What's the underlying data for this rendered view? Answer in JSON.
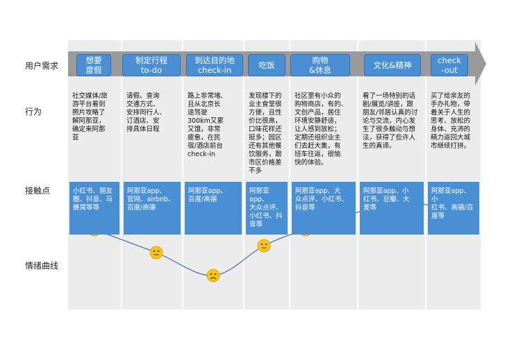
{
  "rows": {
    "needs": "用户需求",
    "behavior": "行为",
    "touchpoints": "接触点",
    "emotion": "情绪曲线"
  },
  "stages": [
    {
      "label": "想要\n度假",
      "behavior": "社交媒体/旅\n游平台看到\n照片攻略了\n解阿那亚，\n确定来阿那\n亚",
      "touch": "小红书、朋友\n圈、抖音、马\n蜂窝等等",
      "emotion": 3,
      "face": "😊"
    },
    {
      "label": "制定行程\nto-do",
      "behavior": "请假、查询\n交通方式、\n安排同行人、\n订酒店、安\n排具体日程",
      "touch": "阿那亚app、\n官网、airbnb、\n百度/高德",
      "emotion": 2,
      "face": "😐"
    },
    {
      "label": "到达目的地\ncheck-in",
      "behavior": "路上非常堵、\n且从北京长\n途驾驶\n300km又累\n又饿，非常\n疲惫，在民\n宿/酒店前台\ncheck-in",
      "touch": "阿那亚app、\n百度/高德",
      "emotion": 1,
      "face": "😣"
    },
    {
      "label": "吃饭",
      "behavior": "发现楼下的\n业主食堂很\n方便，且性\n价比很高，\n口味花样还\n挺多；园区\n还有其他餐\n饮服务，跟\n市区价格差\n不多",
      "touch": "阿那亚app、\n大众点评、\n小红书、抖\n音等",
      "emotion": 2.3,
      "face": "🙂"
    },
    {
      "label": "购物\n&休息",
      "behavior": "社区里有小众的\n购物商店，有的、\n文创产品，居住\n环境安静舒适，\n让人感到放松；\n定期还组织业主\n们去赶大集，有\n班车往返，很愉\n快的体验。",
      "touch": "阿那亚app、大\n众点评、小红书、\n抖音等",
      "emotion": 3,
      "face": "😊"
    },
    {
      "label": "文化&精神",
      "behavior": "看了一场特别的话\n剧/展览/讲座，跟\n朋友/邻居认真的讨\n论与交流，内心发\n生了很多触动与想\n法，获得了些许人\n生的真谛。",
      "touch": "阿那亚app、小\n红书、豆瓣、大\n麦等",
      "emotion": 4.2,
      "face": "😄"
    },
    {
      "label": "check\n-out",
      "behavior": "买了给亲友的\n手办礼物，带\n着关于人生的\n思考、放松的\n身体、充沛的\n精力返回大城\n市继续打拼。",
      "touch": "阿那亚app、小\n红书、高德/百\n度等",
      "emotion": 3.7,
      "face": "😄"
    }
  ],
  "colors": {
    "accent": "#4a8fd3",
    "arrow": "#9a9a9a",
    "band": "#ececec",
    "curve": "#3a6ea5",
    "face": "#f5c518"
  }
}
